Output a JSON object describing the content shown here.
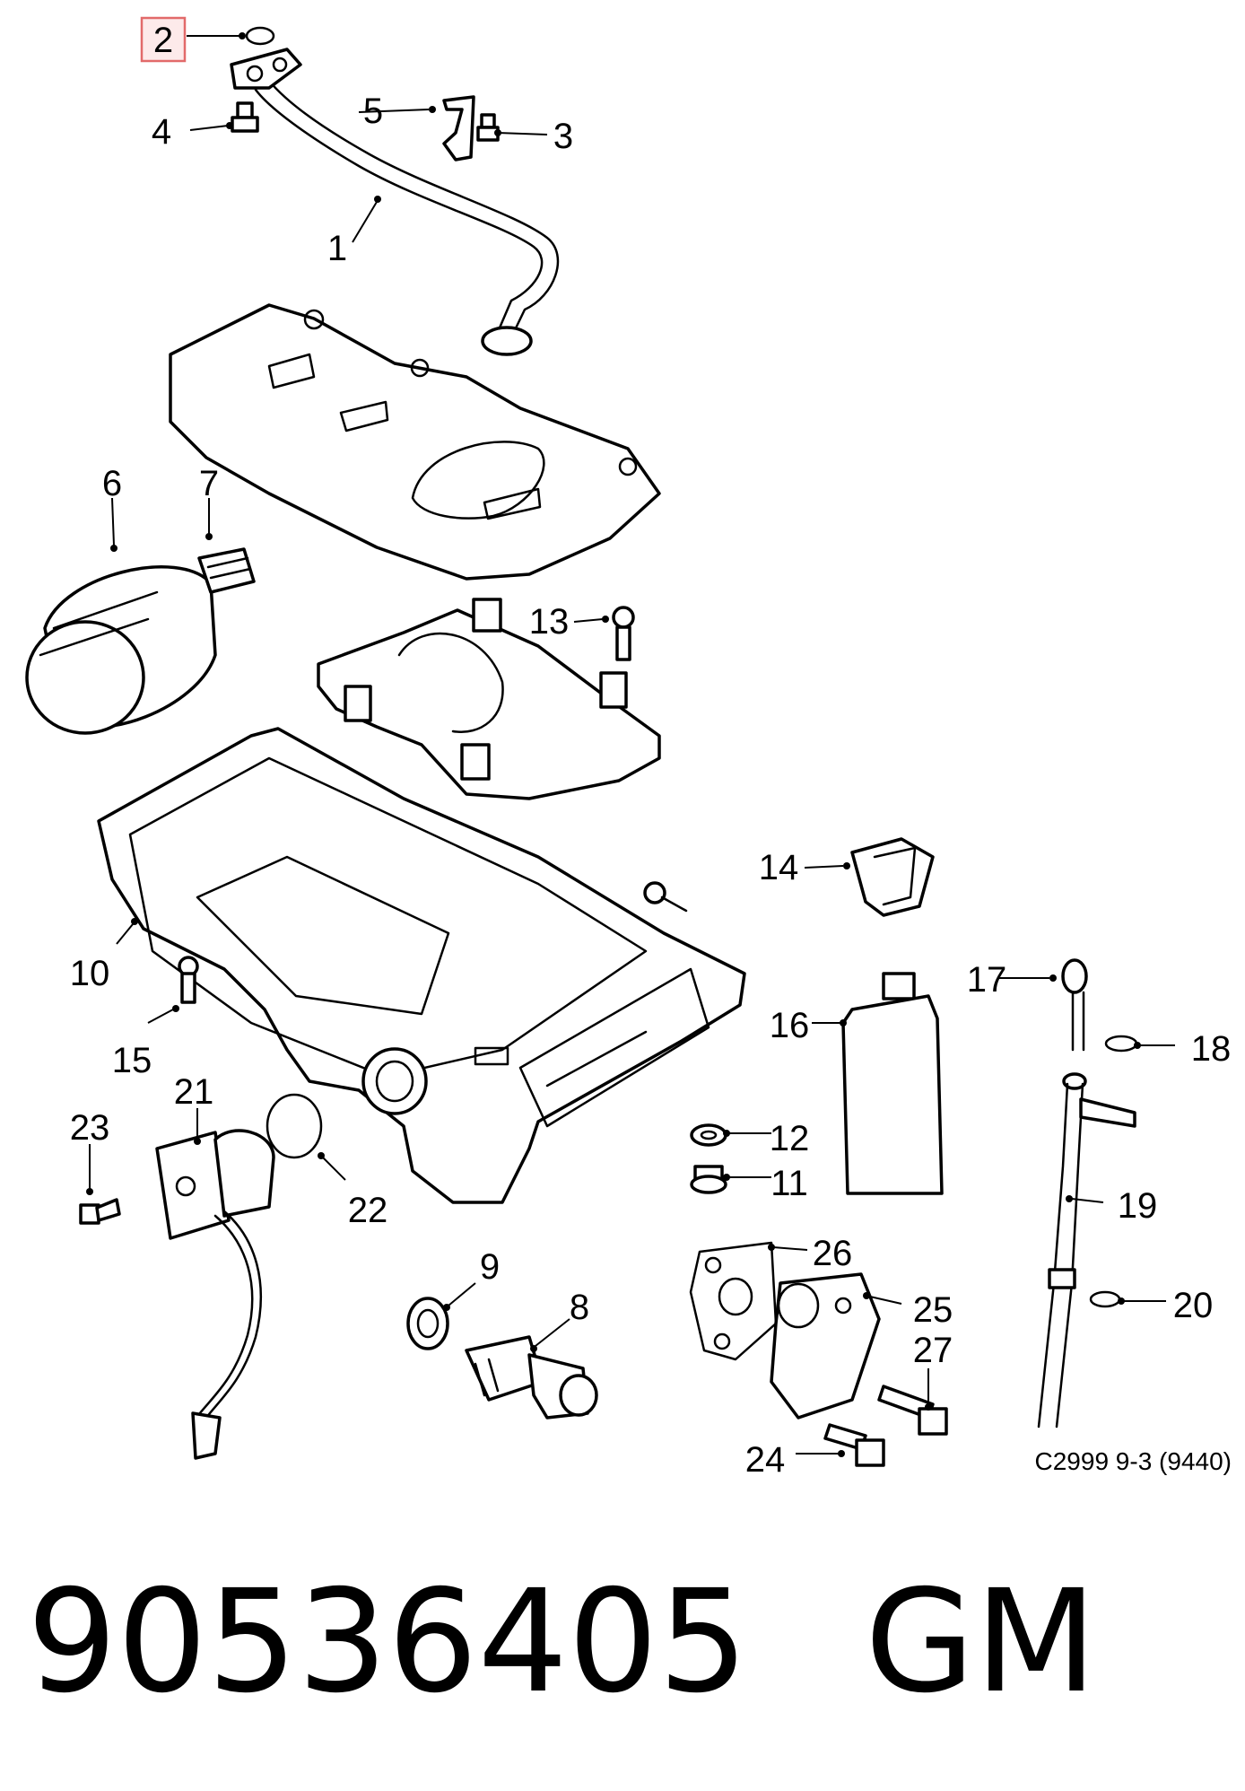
{
  "callouts": {
    "c1": "1",
    "c2": "2",
    "c3": "3",
    "c4": "4",
    "c5": "5",
    "c6": "6",
    "c7": "7",
    "c8": "8",
    "c9": "9",
    "c10": "10",
    "c11": "11",
    "c12": "12",
    "c13": "13",
    "c14": "14",
    "c15": "15",
    "c16": "16",
    "c17": "17",
    "c18": "18",
    "c19": "19",
    "c20": "20",
    "c21": "21",
    "c22": "22",
    "c23": "23",
    "c24": "24",
    "c25": "25",
    "c26": "26",
    "c27": "27"
  },
  "diagram_reference": "C2999 9-3 (9440)",
  "caption": {
    "part_number": "90536405",
    "brand": "GM"
  },
  "highlighted_callout": "2",
  "colors": {
    "highlight_fill": "#fdeaea",
    "highlight_border": "#e26a6a",
    "line": "#000000",
    "background": "#ffffff"
  }
}
